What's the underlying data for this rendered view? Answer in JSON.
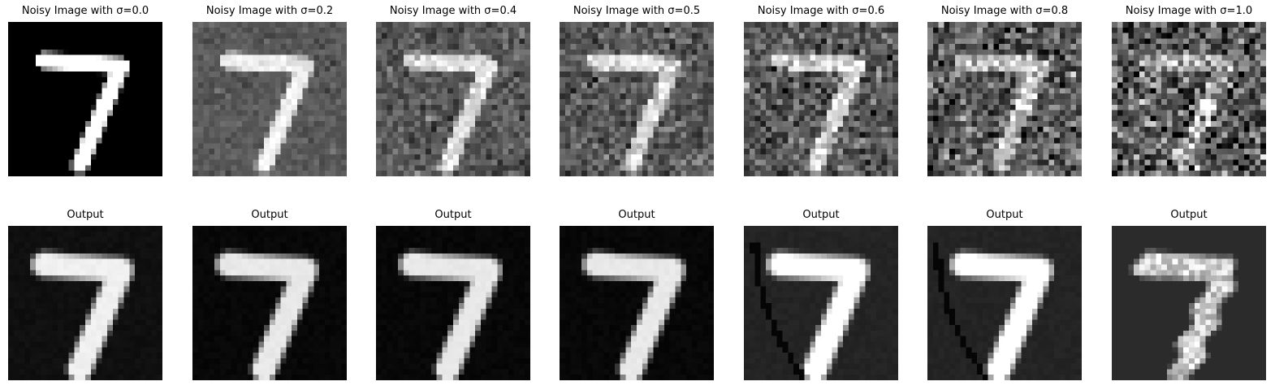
{
  "figure": {
    "rows": [
      {
        "kind": "noisy",
        "panels": [
          {
            "title": "Noisy Image with σ=0.0",
            "sigma": 0.0
          },
          {
            "title": "Noisy Image with σ=0.2",
            "sigma": 0.2
          },
          {
            "title": "Noisy Image with σ=0.4",
            "sigma": 0.4
          },
          {
            "title": "Noisy Image with σ=0.5",
            "sigma": 0.5
          },
          {
            "title": "Noisy Image with σ=0.6",
            "sigma": 0.6
          },
          {
            "title": "Noisy Image with σ=0.8",
            "sigma": 0.8
          },
          {
            "title": "Noisy Image with σ=1.0",
            "sigma": 1.0
          }
        ]
      },
      {
        "kind": "output",
        "panels": [
          {
            "title": "Output",
            "sigma": 0.0
          },
          {
            "title": "Output",
            "sigma": 0.2
          },
          {
            "title": "Output",
            "sigma": 0.4
          },
          {
            "title": "Output",
            "sigma": 0.5
          },
          {
            "title": "Output",
            "sigma": 0.6
          },
          {
            "title": "Output",
            "sigma": 0.8
          },
          {
            "title": "Output",
            "sigma": 1.0
          }
        ]
      }
    ]
  }
}
